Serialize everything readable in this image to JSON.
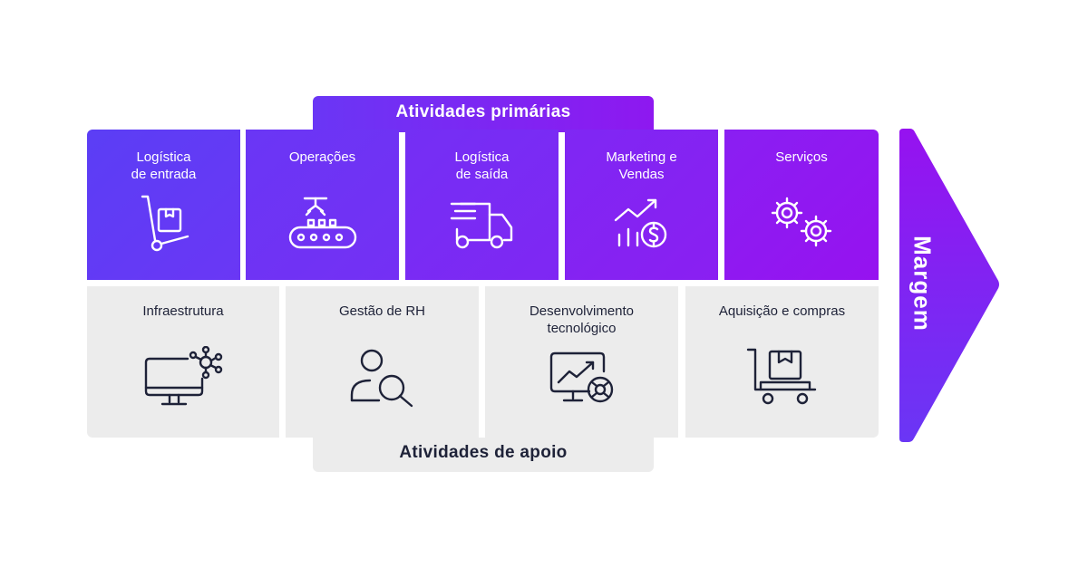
{
  "primary": {
    "title": "Atividades primárias",
    "items": [
      {
        "label": "Logística\nde entrada",
        "icon": "hand-truck-box-icon"
      },
      {
        "label": "Operações",
        "icon": "conveyor-robot-icon"
      },
      {
        "label": "Logística\nde saída",
        "icon": "delivery-truck-icon"
      },
      {
        "label": "Marketing e\nVendas",
        "icon": "growth-chart-dollar-icon"
      },
      {
        "label": "Serviços",
        "icon": "gears-icon"
      }
    ]
  },
  "support": {
    "title": "Atividades de apoio",
    "items": [
      {
        "label": "Infraestrutura",
        "icon": "monitor-network-icon"
      },
      {
        "label": "Gestão de RH",
        "icon": "user-search-icon"
      },
      {
        "label": "Desenvolvimento\ntecnológico",
        "icon": "monitor-chart-icon"
      },
      {
        "label": "Aquisição e compras",
        "icon": "shopping-cart-box-icon"
      }
    ]
  },
  "margin": {
    "label": "Margem"
  },
  "colors": {
    "primary_start": "#5b3ef5",
    "primary_end": "#9612f0",
    "support_bg": "#ececec",
    "support_text": "#1e2238"
  }
}
